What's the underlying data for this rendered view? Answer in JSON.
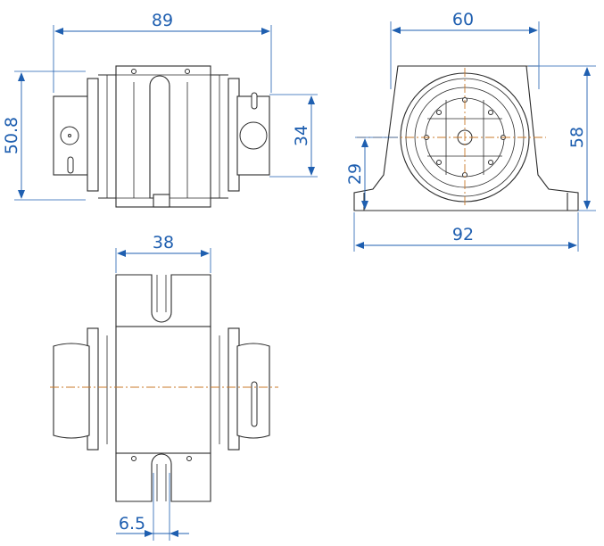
{
  "dimensions": {
    "top_length": "89",
    "left_height": "50.8",
    "flange_height": "34",
    "end_width_top": "60",
    "end_height": "58",
    "center_height": "29",
    "end_width_base": "92",
    "bottom_width": "38",
    "slot_width": "6.5"
  },
  "colors": {
    "dimension": "#1f5fb0",
    "centerline": "#c8782a",
    "outline": "#2b2b2b"
  }
}
